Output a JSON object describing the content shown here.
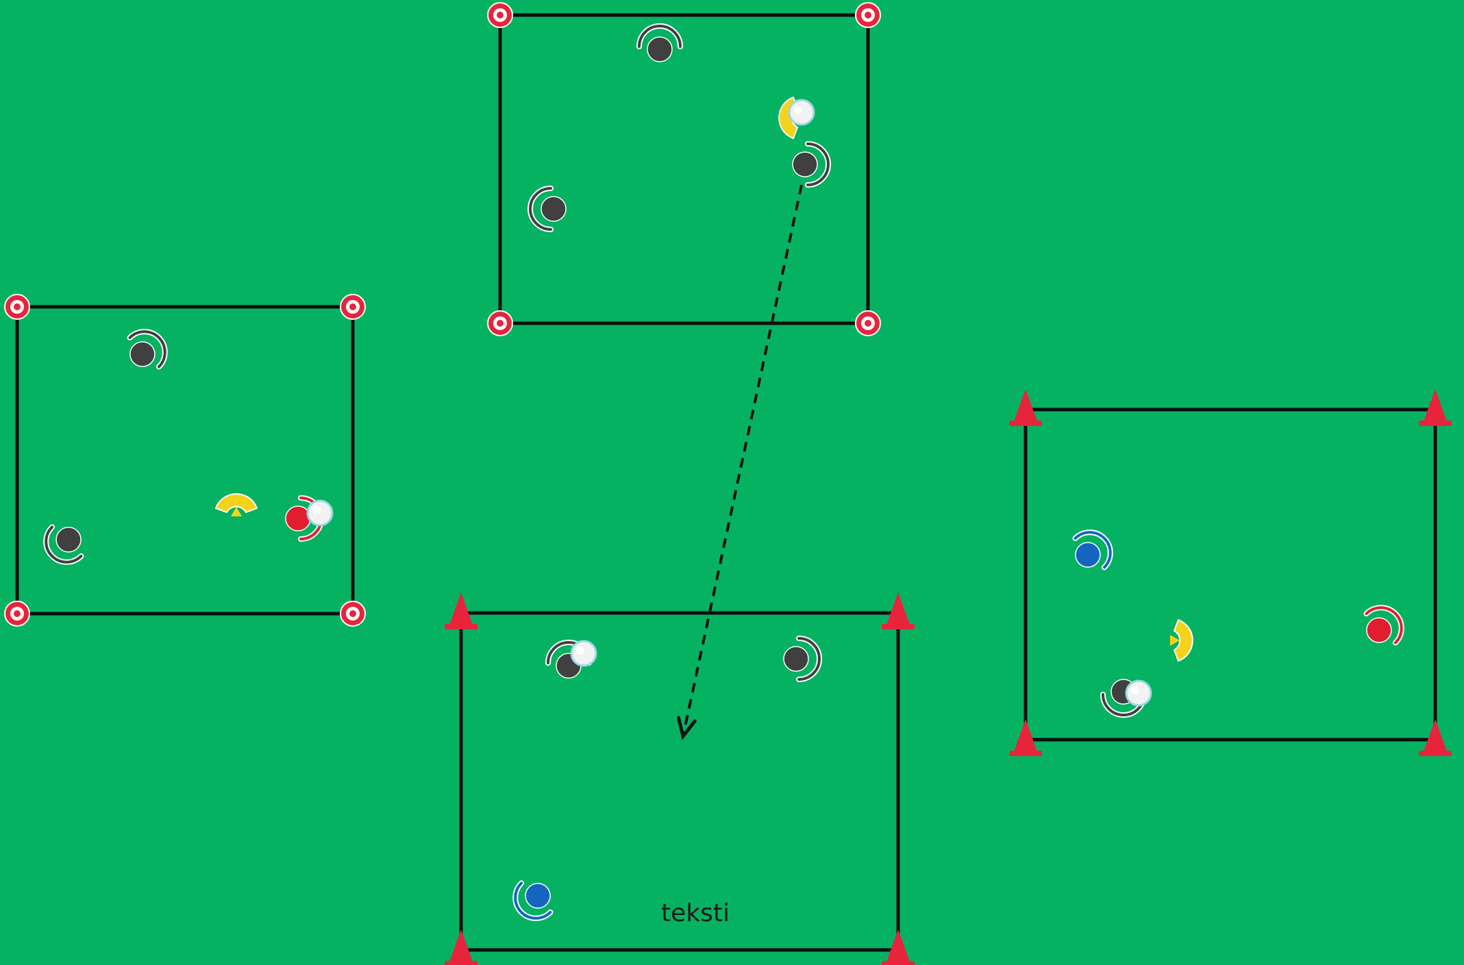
{
  "colors": {
    "field": "#05b262",
    "boundary_line": "#0d0d0d",
    "marker_red": "#e8243c",
    "player_dark": "#404040",
    "player_blue": "#1565c0",
    "player_red": "#e01e2e",
    "player_yellow": "#f5d21b",
    "ball": "#f2f2f2",
    "pass_arrow": "#111111"
  },
  "areas": [
    {
      "id": "top-center",
      "corner_marker": "ring-disc"
    },
    {
      "id": "left",
      "corner_marker": "ring-disc"
    },
    {
      "id": "bottom-center",
      "corner_marker": "cone"
    },
    {
      "id": "right",
      "corner_marker": "cone"
    }
  ],
  "players": [
    {
      "team": "dark",
      "area": "top-center",
      "facing": "up"
    },
    {
      "team": "yellow",
      "area": "top-center",
      "facing": "left",
      "with_ball": true
    },
    {
      "team": "dark",
      "area": "top-center",
      "facing": "right"
    },
    {
      "team": "dark",
      "area": "top-center",
      "facing": "left"
    },
    {
      "team": "dark",
      "area": "left",
      "facing": "up-right"
    },
    {
      "team": "dark",
      "area": "left",
      "facing": "down-left"
    },
    {
      "team": "yellow",
      "area": "left",
      "facing": "up"
    },
    {
      "team": "red",
      "area": "left",
      "facing": "right",
      "with_ball": true
    },
    {
      "team": "dark",
      "area": "bottom-center",
      "facing": "up",
      "with_ball": true
    },
    {
      "team": "dark",
      "area": "bottom-center",
      "facing": "right"
    },
    {
      "team": "blue",
      "area": "bottom-center",
      "facing": "down-left"
    },
    {
      "team": "blue",
      "area": "right",
      "facing": "up-right"
    },
    {
      "team": "yellow",
      "area": "right",
      "facing": "right"
    },
    {
      "team": "dark",
      "area": "right",
      "facing": "down",
      "with_ball": true
    },
    {
      "team": "red",
      "area": "right",
      "facing": "up-right"
    }
  ],
  "pass": {
    "style": "dashed",
    "from_area": "top-center",
    "to_area": "bottom-center"
  },
  "text_label": "teksti"
}
